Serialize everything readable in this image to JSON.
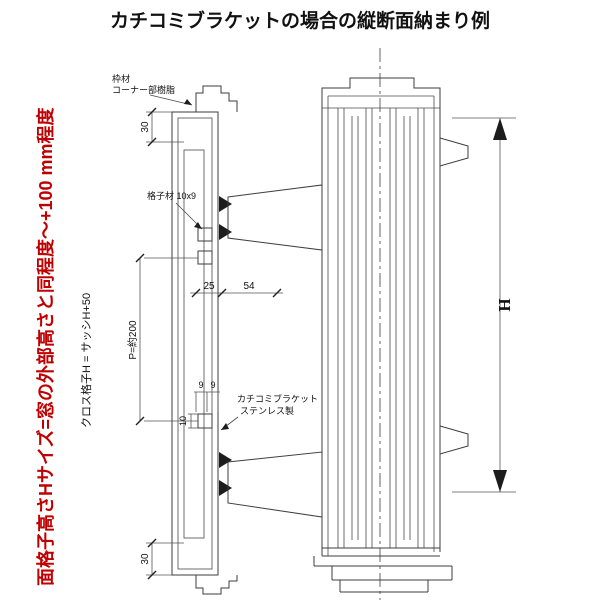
{
  "title": "カチコミブラケットの場合の縦断面納まり例",
  "notes": {
    "height_note": "面格子高さHサイズ=窓の外部高さと同程度〜+100 mm程度",
    "cross_note": "クロス格子H = サッシH+50"
  },
  "labels": {
    "frame": "枠材",
    "corner": "コーナー部樹脂",
    "lattice_bar": "格子材 10x9",
    "bracket": "カチコミブラケット",
    "bracket_material": "ステンレス製"
  },
  "dims": {
    "top30": "30",
    "bottom30": "30",
    "d25": "25",
    "d54": "54",
    "pitch": "P=約200",
    "w9a": "9",
    "w9b": "9",
    "h10": "10",
    "height": "H"
  },
  "colors": {
    "accent_red": "#c00000",
    "line": "#3d3d3d"
  }
}
